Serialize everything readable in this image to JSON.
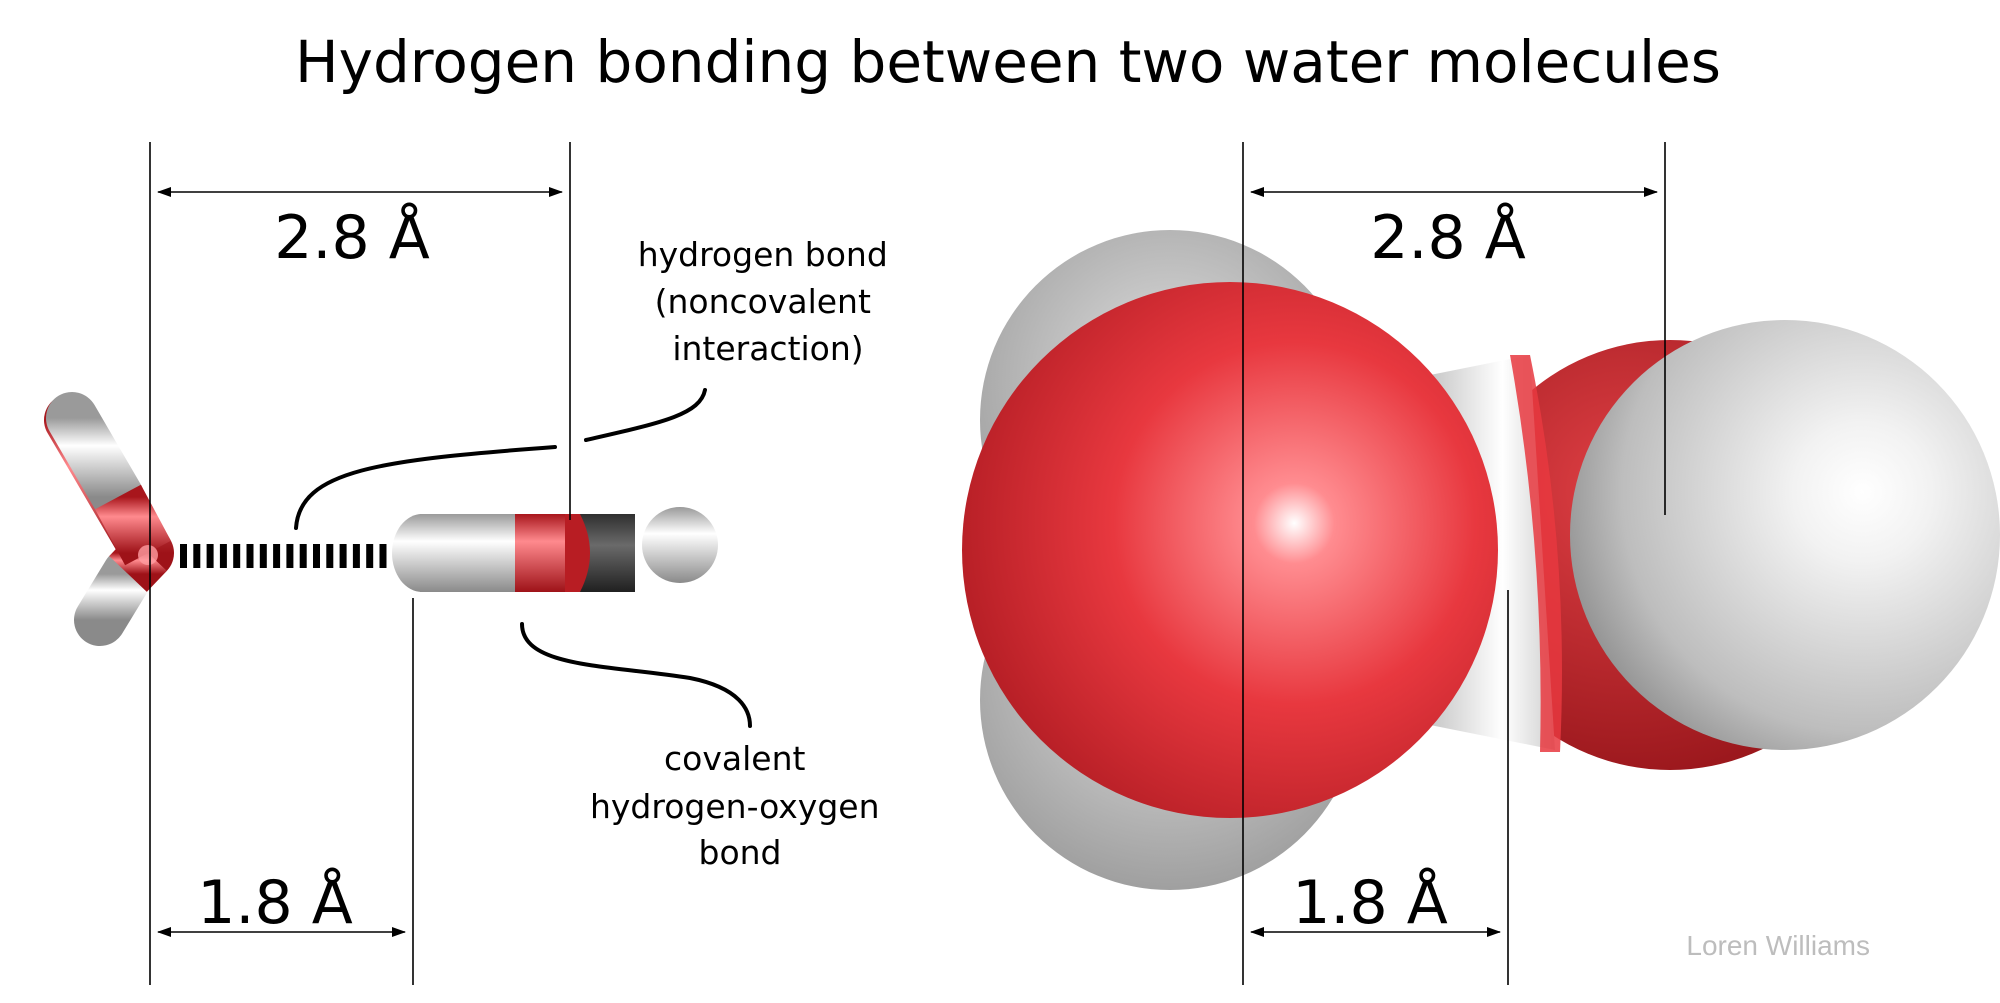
{
  "title": "Hydrogen bonding between two water molecules",
  "left_model": {
    "distance_oo": "2.8 Å",
    "distance_hbond": "1.8 Å",
    "hydrogen_bond_label": [
      "hydrogen bond",
      "(noncovalent",
      "interaction)"
    ],
    "covalent_bond_label": [
      "covalent",
      "hydrogen-oxygen",
      "bond"
    ]
  },
  "right_model": {
    "distance_oo": "2.8 Å",
    "distance_hbond": "1.8 Å"
  },
  "credit": "Loren Williams",
  "colors": {
    "oxygen": "#e8343c",
    "hydrogen": "#e6e6e6",
    "hbond_dash": "#000000",
    "credit": "#bdbdbd"
  }
}
